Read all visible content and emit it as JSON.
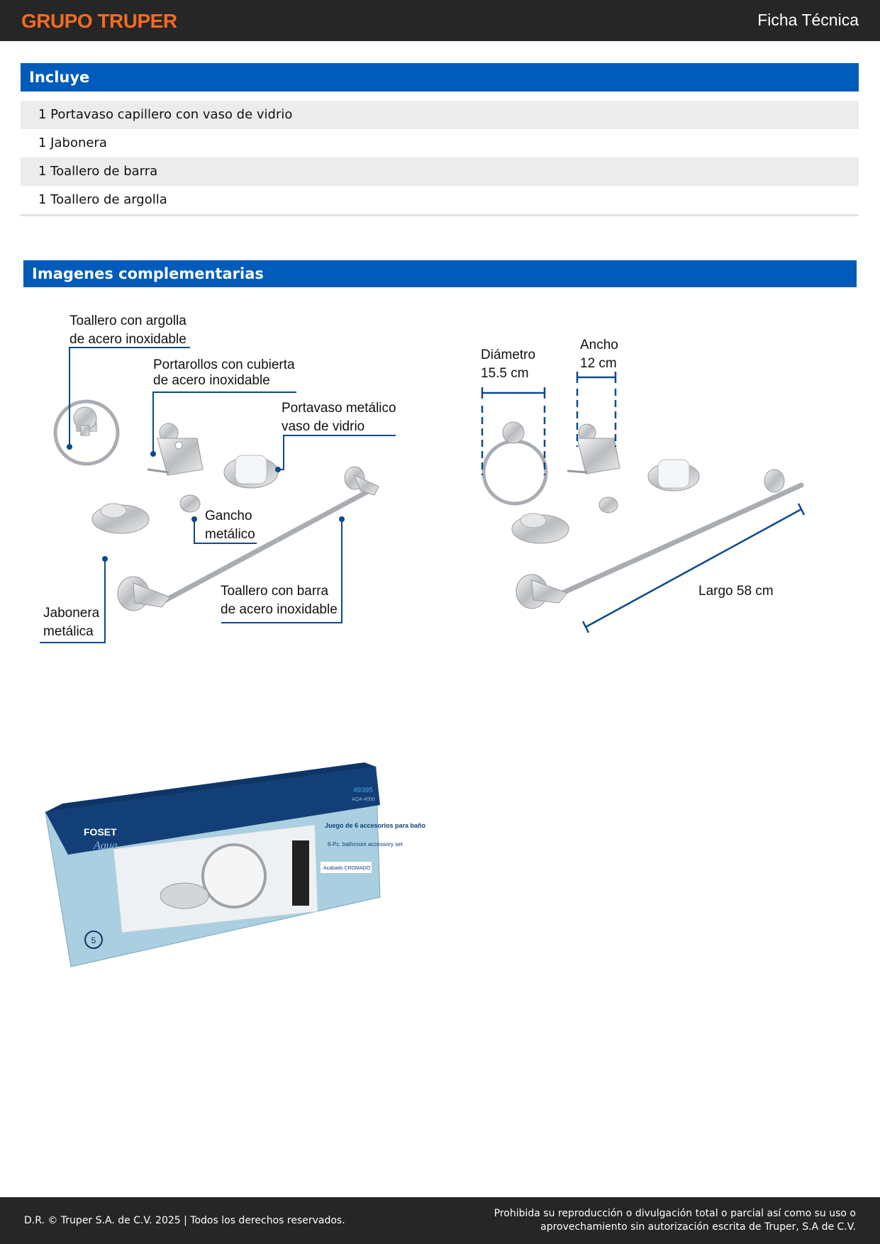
{
  "header": {
    "logo": "GRUPO TRUPER",
    "doc_type": "Ficha Técnica"
  },
  "incluye": {
    "title": "Incluye",
    "items": [
      "1 Portavaso capillero con vaso de vidrio",
      "1 Jabonera",
      "1 Toallero de barra",
      "1 Toallero de argolla"
    ]
  },
  "imagenes": {
    "title": "Imagenes complementarias",
    "callouts": {
      "ring": "Toallero con argolla\nde acero inoxidable",
      "roll": "Portarollos con cubierta\nde acero inoxidable",
      "glass": "Portavaso metálico\nvaso de vidrio",
      "hook": "Gancho\nmetálico",
      "bar": "Toallero con barra\nde acero inoxidable",
      "soap": "Jabonera\nmetálica"
    },
    "dimensions": {
      "diameter": "Diámetro\n15.5 cm",
      "width": "Ancho\n12 cm",
      "length": "Largo 58 cm"
    },
    "box": {
      "brand": "FOSET",
      "line": "Aqua",
      "title": "Juego de 6 accesorios\npara baño",
      "subtitle": "6-Pc. bathroom\naccessory set",
      "finish": "Acabado CROMADO",
      "code": "49395",
      "model": "AQA-4000",
      "warranty": "5"
    }
  },
  "footer": {
    "left": "D.R. © Truper S.A. de C.V. 2025 | Todos los derechos reservados.",
    "right_line1": "Prohibida su reproducción o divulgación total o parcial así como su uso o",
    "right_line2": "aprovechamiento sin autorización escrita de Truper, S.A de C.V."
  },
  "colors": {
    "accent": "#005bbb",
    "brand": "#f26b21",
    "dark": "#262626",
    "callout_line": "#0b4a8c"
  }
}
